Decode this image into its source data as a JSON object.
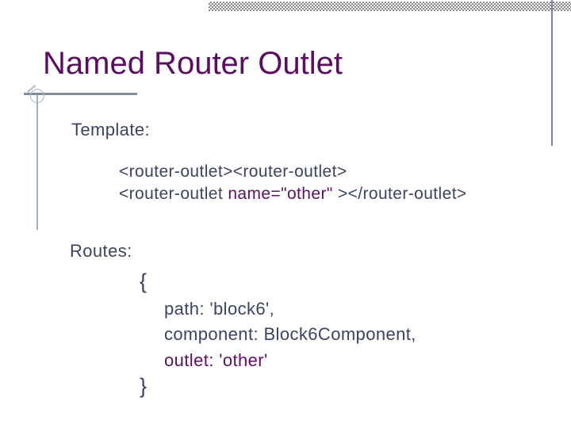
{
  "slide": {
    "title": "Named Router Outlet",
    "template_label": "Template:",
    "template_code": {
      "line1": "<router-outlet><router-outlet>",
      "line2_prefix": "<router-outlet ",
      "line2_highlight": "name=\"other\"",
      "line2_suffix": " ></router-outlet>"
    },
    "routes_label": "Routes:",
    "routes_code": {
      "open_brace": "{",
      "line_path": "path: 'block6',",
      "line_component": "component: Block6Component,",
      "line_outlet": "outlet: 'other'",
      "close_brace": "}"
    },
    "colors": {
      "title_purple": "#5b0d62",
      "code_highlight_purple": "#5c0f63",
      "body_slate": "#3d4263",
      "right_rule_blue": "#7a86a8",
      "ornament_gray_line": "#7f8b99",
      "ornament_light_blue": "#a9b8cc",
      "checker_gray": "#8c8c8c"
    }
  }
}
